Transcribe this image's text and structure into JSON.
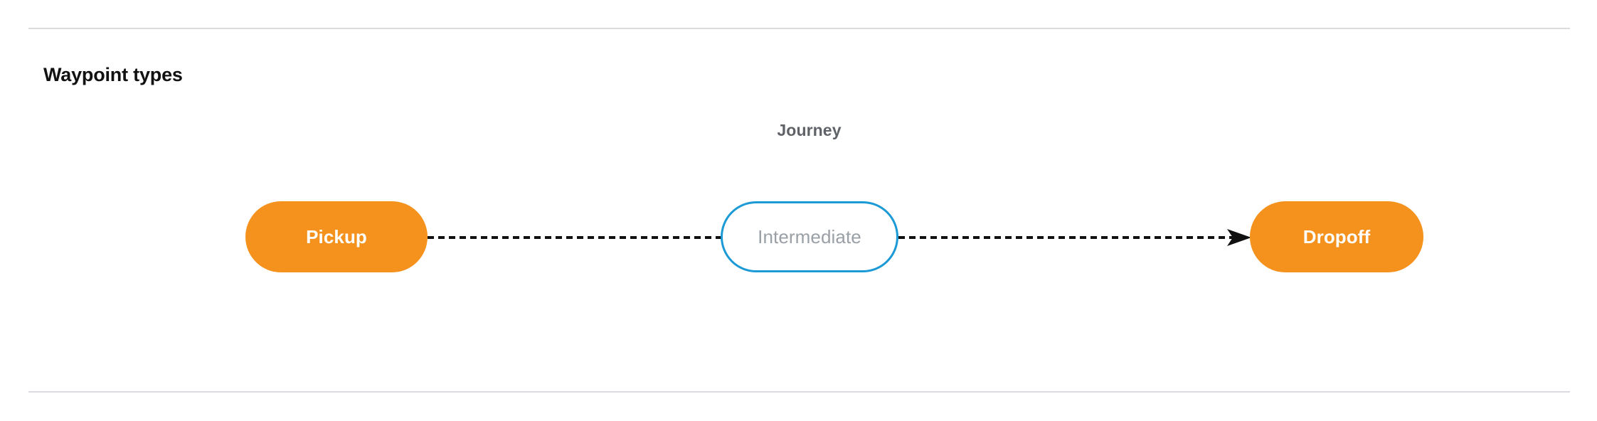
{
  "page": {
    "title": "Waypoint types",
    "background_color": "#ffffff"
  },
  "dividers": {
    "color": "#dadce0",
    "top_label": "section-top-rule",
    "bottom_label": "section-bottom-rule"
  },
  "diagram": {
    "group_label": "Journey",
    "group_label_color": "#5f6368",
    "edge_color": "#111111",
    "edge_style": "dashed",
    "nodes": [
      {
        "id": "pickup",
        "label": "Pickup",
        "style": "filled",
        "fill": "#f5921e",
        "text_color": "#ffffff",
        "border_color": "#f5921e"
      },
      {
        "id": "intermediate",
        "label": "Intermediate",
        "style": "outlined",
        "fill": "#ffffff",
        "text_color": "#9aa0a6",
        "border_color": "#1c9ad6"
      },
      {
        "id": "dropoff",
        "label": "Dropoff",
        "style": "filled",
        "fill": "#f5921e",
        "text_color": "#ffffff",
        "border_color": "#f5921e"
      }
    ],
    "edges": [
      {
        "id": "pickup-to-intermediate",
        "from": "pickup",
        "to": "intermediate",
        "arrowhead": false
      },
      {
        "id": "intermediate-to-dropoff",
        "from": "intermediate",
        "to": "dropoff",
        "arrowhead": true
      }
    ]
  }
}
